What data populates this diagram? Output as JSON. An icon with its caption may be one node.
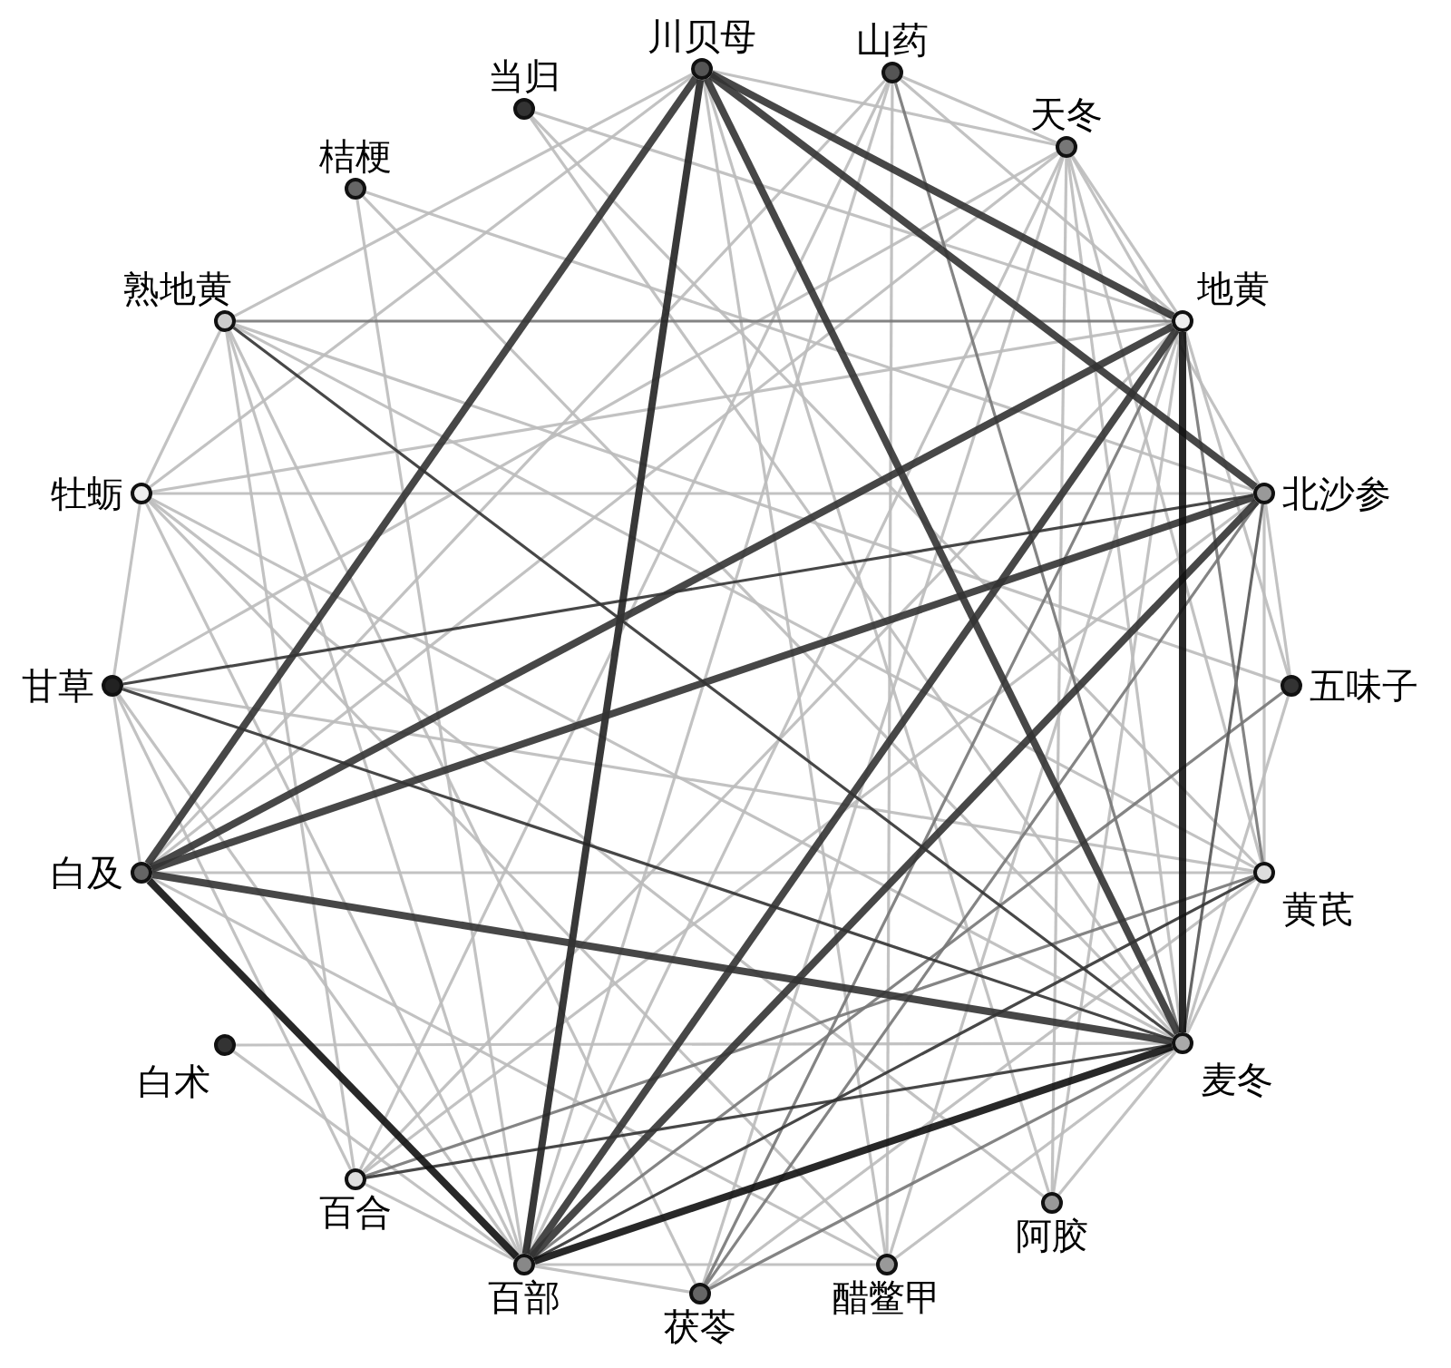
{
  "diagram": {
    "nodes": [
      {
        "text": [
          "川贝母"
        ]
      },
      {
        "text": [
          "山药"
        ]
      },
      {
        "text": [
          "天冬"
        ]
      },
      {
        "text": [
          "地黄"
        ]
      },
      {
        "text": [
          "北沙参"
        ]
      },
      {
        "text": [
          "五味子"
        ]
      },
      {
        "text": [
          "黄芪"
        ]
      },
      {
        "text": [
          "麦冬"
        ]
      },
      {
        "text": [
          "阿胶"
        ]
      },
      {
        "text": [
          "醋鳖甲"
        ]
      },
      {
        "text": [
          "茯苓"
        ]
      },
      {
        "text": [
          "百部"
        ]
      },
      {
        "text": [
          "百合"
        ]
      },
      {
        "text": [
          "白术"
        ]
      },
      {
        "text": [
          "白及"
        ]
      },
      {
        "text": [
          "甘草"
        ]
      },
      {
        "text": [
          "牡蛎"
        ]
      },
      {
        "text": [
          "熟地黄"
        ]
      },
      {
        "text": [
          "桔梗"
        ]
      },
      {
        "text": [
          "当归"
        ]
      }
    ],
    "edges": [
      {
        "from": 0,
        "to": 17,
        "arrow": "none"
      },
      {
        "from": 0,
        "to": 16,
        "arrow": "none"
      },
      {
        "from": 0,
        "to": 2,
        "arrow": "none"
      },
      {
        "from": 0,
        "to": 8,
        "arrow": "none"
      },
      {
        "from": 0,
        "to": 9,
        "arrow": "none"
      },
      {
        "from": 19,
        "to": 3,
        "arrow": "none"
      },
      {
        "from": 19,
        "to": 7,
        "arrow": "none"
      },
      {
        "from": 19,
        "to": 6,
        "arrow": "none"
      },
      {
        "from": 18,
        "to": 11,
        "arrow": "none"
      },
      {
        "from": 18,
        "to": 4,
        "arrow": "none"
      },
      {
        "from": 18,
        "to": 7,
        "arrow": "none"
      },
      {
        "from": 17,
        "to": 11,
        "arrow": "none"
      },
      {
        "from": 17,
        "to": 12,
        "arrow": "none"
      },
      {
        "from": 17,
        "to": 16,
        "arrow": "none"
      },
      {
        "from": 17,
        "to": 5,
        "arrow": "none"
      },
      {
        "from": 17,
        "to": 6,
        "arrow": "none"
      },
      {
        "from": 17,
        "to": 10,
        "arrow": "none"
      },
      {
        "from": 16,
        "to": 15,
        "arrow": "none"
      },
      {
        "from": 16,
        "to": 3,
        "arrow": "none"
      },
      {
        "from": 16,
        "to": 4,
        "arrow": "none"
      },
      {
        "from": 16,
        "to": 7,
        "arrow": "none"
      },
      {
        "from": 16,
        "to": 9,
        "arrow": "none"
      },
      {
        "from": 16,
        "to": 11,
        "arrow": "none"
      },
      {
        "from": 16,
        "to": 8,
        "arrow": "none"
      },
      {
        "from": 15,
        "to": 14,
        "arrow": "none"
      },
      {
        "from": 15,
        "to": 2,
        "arrow": "none"
      },
      {
        "from": 15,
        "to": 11,
        "arrow": "none"
      },
      {
        "from": 15,
        "to": 12,
        "arrow": "none"
      },
      {
        "from": 15,
        "to": 6,
        "arrow": "none"
      },
      {
        "from": 14,
        "to": 6,
        "arrow": "none"
      },
      {
        "from": 14,
        "to": 9,
        "arrow": "none"
      },
      {
        "from": 14,
        "to": 2,
        "arrow": "none"
      },
      {
        "from": 14,
        "to": 1,
        "arrow": "none"
      },
      {
        "from": 13,
        "to": 7,
        "arrow": "none"
      },
      {
        "from": 13,
        "to": 11,
        "arrow": "none"
      },
      {
        "from": 12,
        "to": 3,
        "arrow": "none"
      },
      {
        "from": 12,
        "to": 4,
        "arrow": "none"
      },
      {
        "from": 12,
        "to": 1,
        "arrow": "none"
      },
      {
        "from": 12,
        "to": 11,
        "arrow": "none"
      },
      {
        "from": 11,
        "to": 10,
        "arrow": "none"
      },
      {
        "from": 11,
        "to": 9,
        "arrow": "none"
      },
      {
        "from": 11,
        "to": 2,
        "arrow": "none"
      },
      {
        "from": 11,
        "to": 1,
        "arrow": "none"
      },
      {
        "from": 10,
        "to": 2,
        "arrow": "none"
      },
      {
        "from": 10,
        "to": 6,
        "arrow": "none"
      },
      {
        "from": 9,
        "to": 7,
        "arrow": "none"
      },
      {
        "from": 9,
        "to": 3,
        "arrow": "none"
      },
      {
        "from": 9,
        "to": 1,
        "arrow": "none"
      },
      {
        "from": 8,
        "to": 2,
        "arrow": "none"
      },
      {
        "from": 8,
        "to": 7,
        "arrow": "none"
      },
      {
        "from": 8,
        "to": 3,
        "arrow": "none"
      },
      {
        "from": 7,
        "to": 5,
        "arrow": "none"
      },
      {
        "from": 7,
        "to": 6,
        "arrow": "none"
      },
      {
        "from": 6,
        "to": 4,
        "arrow": "none"
      },
      {
        "from": 6,
        "to": 2,
        "arrow": "none"
      },
      {
        "from": 5,
        "to": 3,
        "arrow": "none"
      },
      {
        "from": 5,
        "to": 4,
        "arrow": "none"
      },
      {
        "from": 4,
        "to": 2,
        "arrow": "none"
      },
      {
        "from": 3,
        "to": 2,
        "arrow": "none"
      },
      {
        "from": 3,
        "to": 1,
        "arrow": "none"
      },
      {
        "from": 2,
        "to": 1,
        "arrow": "none"
      },
      {
        "from": 2,
        "to": 7,
        "arrow": "none"
      },
      {
        "from": 17,
        "to": 3,
        "arrow": "none",
        "color": "#777777"
      },
      {
        "from": 1,
        "to": 7,
        "arrow": "none",
        "color": "#777777"
      },
      {
        "from": 10,
        "to": 3,
        "arrow": "none",
        "color": "#777777"
      },
      {
        "from": 10,
        "to": 4,
        "arrow": "none",
        "color": "#777777"
      },
      {
        "from": 10,
        "to": 7,
        "arrow": "none",
        "color": "#777777"
      },
      {
        "from": 12,
        "to": 6,
        "arrow": "none",
        "color": "#777777"
      },
      {
        "from": 11,
        "to": 5,
        "arrow": "none",
        "color": "#777777"
      },
      {
        "from": 4,
        "to": 7,
        "arrow": "none",
        "color": "#555555"
      },
      {
        "from": 3,
        "to": 6,
        "arrow": "none",
        "color": "#777777"
      },
      {
        "from": 17,
        "to": 7,
        "arrow": "none",
        "color": "#333333"
      },
      {
        "from": 15,
        "to": 7,
        "arrow": "none",
        "color": "#333333"
      },
      {
        "from": 15,
        "to": 4,
        "arrow": "none",
        "color": "#333333"
      },
      {
        "from": 11,
        "to": 6,
        "arrow": "none",
        "color": "#333333"
      },
      {
        "from": 12,
        "to": 7,
        "arrow": "none",
        "color": "#333333"
      },
      {
        "from": 0,
        "to": 3,
        "arrow": "none",
        "style": "thick",
        "color": "#333333"
      },
      {
        "from": 0,
        "to": 4,
        "arrow": "none",
        "style": "thick",
        "color": "#333333"
      },
      {
        "from": 0,
        "to": 7,
        "arrow": "none",
        "style": "thick",
        "color": "#333333"
      },
      {
        "from": 0,
        "to": 11,
        "arrow": "none",
        "style": "thick",
        "color": "#222222"
      },
      {
        "from": 0,
        "to": 14,
        "arrow": "none",
        "style": "thick",
        "color": "#333333"
      },
      {
        "from": 14,
        "to": 7,
        "arrow": "none",
        "style": "thick",
        "color": "#333333"
      },
      {
        "from": 14,
        "to": 4,
        "arrow": "none",
        "style": "thick",
        "color": "#333333"
      },
      {
        "from": 14,
        "to": 3,
        "arrow": "none",
        "style": "thick",
        "color": "#333333"
      },
      {
        "from": 11,
        "to": 4,
        "arrow": "none",
        "style": "thick",
        "color": "#333333"
      },
      {
        "from": 11,
        "to": 3,
        "arrow": "none",
        "style": "thick",
        "color": "#333333"
      },
      {
        "from": 11,
        "to": 7,
        "arrow": "none",
        "style": "thick",
        "color": "#111111"
      },
      {
        "from": 14,
        "to": 11,
        "arrow": "none",
        "style": "thick",
        "color": "#111111"
      },
      {
        "from": 3,
        "to": 7,
        "arrow": "none",
        "style": "thick",
        "color": "#111111"
      }
    ]
  }
}
